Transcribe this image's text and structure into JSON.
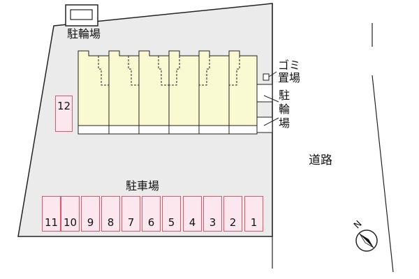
{
  "labels": {
    "bicycle_parking_top": "駐輪場",
    "garbage_area_line1": "ゴミ",
    "garbage_area_line2": "置場",
    "bicycle_parking_side": [
      "駐",
      "輪",
      "場"
    ],
    "parking_lot": "駐車場",
    "road": "道路",
    "north": "N"
  },
  "parking_spaces": [
    {
      "number": "11"
    },
    {
      "number": "10"
    },
    {
      "number": "9"
    },
    {
      "number": "8"
    },
    {
      "number": "7"
    },
    {
      "number": "6"
    },
    {
      "number": "5"
    },
    {
      "number": "4"
    },
    {
      "number": "3"
    },
    {
      "number": "2"
    },
    {
      "number": "1"
    }
  ],
  "side_space": {
    "number": "12"
  },
  "colors": {
    "site": "#ebebeb",
    "building": "#fafad2",
    "parking_fill": "#fde7ee",
    "parking_border": "#e0556c",
    "outline": "#222222"
  }
}
